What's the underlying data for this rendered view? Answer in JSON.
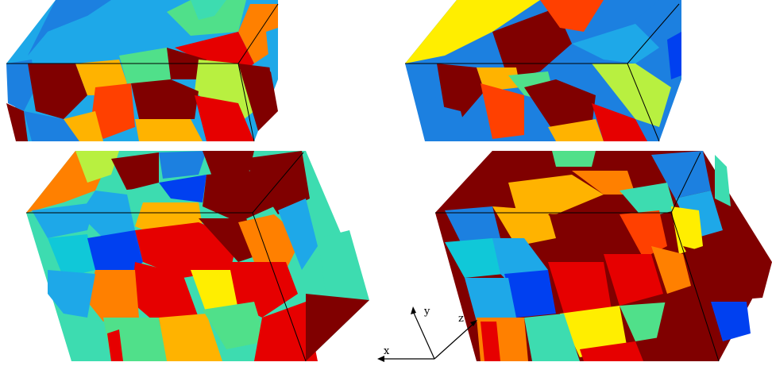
{
  "figure": {
    "panels": [
      {
        "name": "microstructure-top-left"
      },
      {
        "name": "microstructure-top-right"
      },
      {
        "name": "microstructure-bottom-left"
      },
      {
        "name": "microstructure-bottom-right"
      }
    ],
    "axes": {
      "x_label": "x",
      "y_label": "y",
      "z_label": "z"
    },
    "palette": {
      "dark_red": "#800000",
      "red": "#e60000",
      "orange_red": "#ff4000",
      "orange": "#ff8000",
      "amber": "#ffb300",
      "yellow": "#ffee00",
      "lime": "#b8f040",
      "mint": "#50e08a",
      "teal": "#3ddcb0",
      "cyan": "#10c8d8",
      "sky": "#1ea8e8",
      "azure": "#1c80e0",
      "blue": "#0040f0",
      "edge": "#000000"
    }
  }
}
